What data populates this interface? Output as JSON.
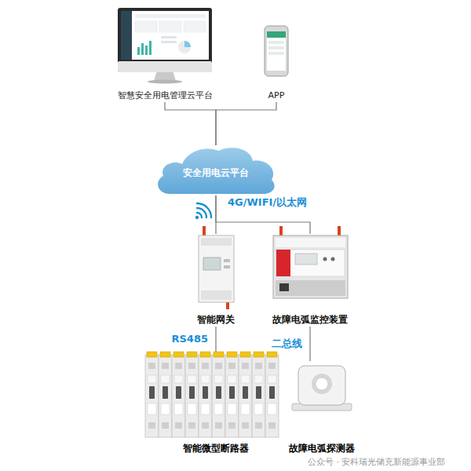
{
  "diagram": {
    "nodes": [
      {
        "text": [
          "智慧安全用电管理云平台"
        ]
      },
      {
        "text": [
          "APP"
        ]
      },
      {
        "text": [
          "安全用电云平台"
        ]
      },
      {
        "text": [
          "智能网关"
        ]
      },
      {
        "text": [
          "故障电弧监控装置"
        ]
      },
      {
        "text": [
          "智能微型断路器"
        ]
      },
      {
        "text": [
          "故障电弧探测器"
        ]
      }
    ],
    "edges": [
      {
        "from": 0,
        "to": 2,
        "arrow": "none"
      },
      {
        "from": 1,
        "to": 2,
        "arrow": "none"
      },
      {
        "from": 2,
        "to": 3,
        "arrow": "none"
      },
      {
        "from": 2,
        "to": 4,
        "arrow": "none"
      },
      {
        "from": 3,
        "to": 5,
        "arrow": "none",
        "label": "RS485"
      },
      {
        "from": 4,
        "to": 6,
        "arrow": "none",
        "label": "二总线"
      }
    ],
    "labels": [
      "4G/WIFI/以太网",
      "公众号 · 安科瑞光储充新能源事业部"
    ]
  }
}
